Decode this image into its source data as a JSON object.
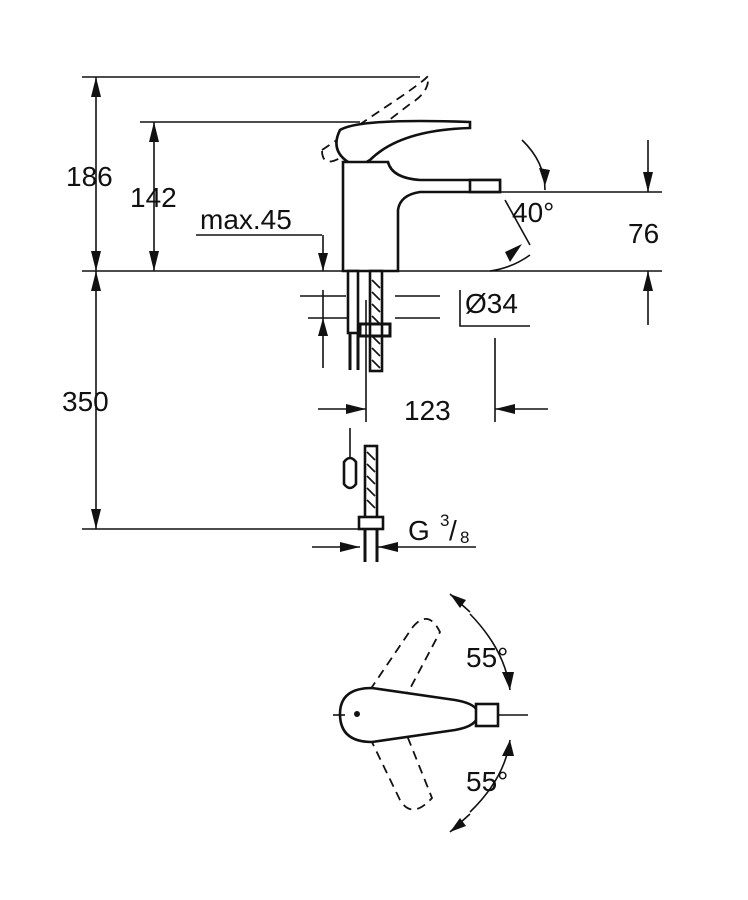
{
  "dimensions": {
    "total_height": "186",
    "lever_height": "142",
    "max_thickness": "max.45",
    "spout_height": "76",
    "spout_angle": "40°",
    "hole_diameter": "Ø34",
    "shank_length": "350",
    "reach": "123",
    "connection_main": "G",
    "connection_num": "3",
    "connection_den": "8",
    "lever_angle_up": "55°",
    "lever_angle_down": "55°"
  }
}
